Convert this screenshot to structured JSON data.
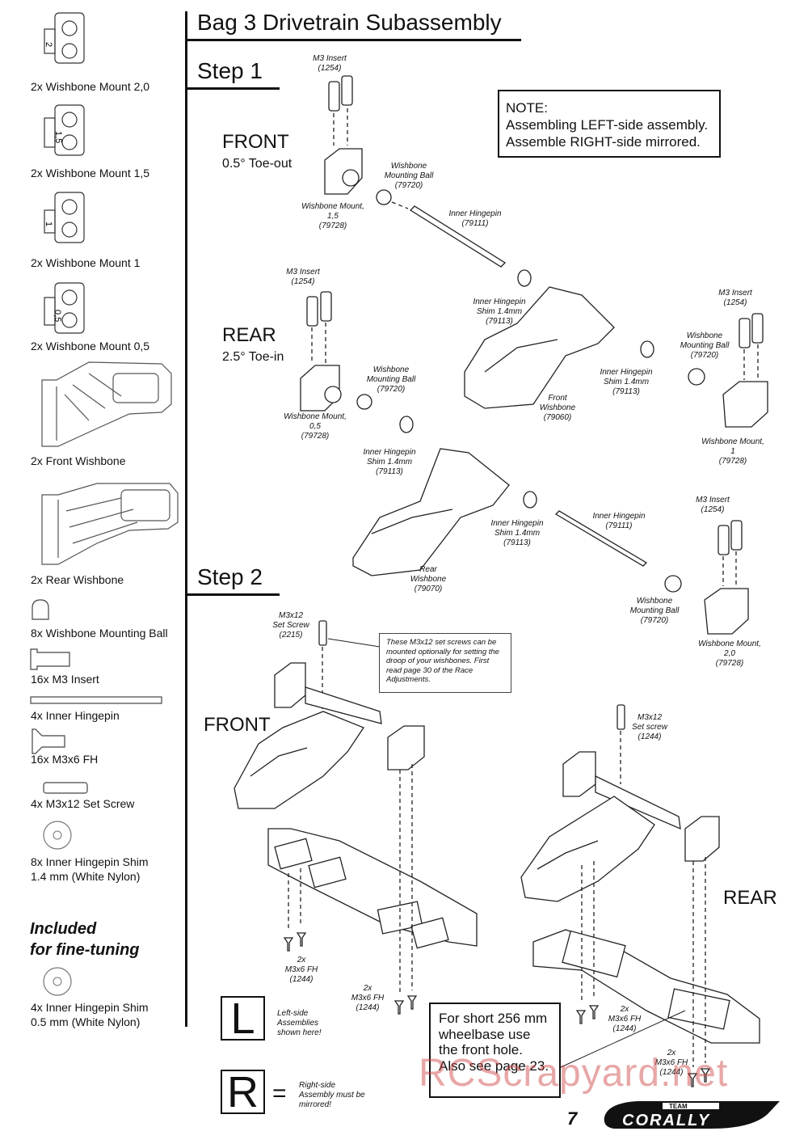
{
  "title": "Bag 3 Drivetrain Subassembly",
  "steps": {
    "step1": "Step 1",
    "step2": "Step 2"
  },
  "parts_list": [
    {
      "label": "2x  Wishbone Mount 2,0",
      "icon_text": "2"
    },
    {
      "label": "2x  Wishbone Mount 1,5",
      "icon_text": "1,5"
    },
    {
      "label": "2x  Wishbone Mount 1",
      "icon_text": "1"
    },
    {
      "label": "2x  Wishbone Mount 0,5",
      "icon_text": "0,5"
    },
    {
      "label": "2x  Front Wishbone"
    },
    {
      "label": "2x  Rear Wishbone"
    },
    {
      "label": "8x  Wishbone Mounting Ball"
    },
    {
      "label": "16x  M3 Insert"
    },
    {
      "label": "4x  Inner Hingepin"
    },
    {
      "label": "16x  M3x6 FH"
    },
    {
      "label": "4x  M3x12 Set Screw"
    },
    {
      "label": "8x  Inner Hingepin Shim\n      1.4 mm (White Nylon)"
    }
  ],
  "included": {
    "heading": "Included\nfor fine-tuning",
    "item": "4x  Inner Hingepin Shim\n      0.5 mm (White Nylon)"
  },
  "note": {
    "line1": "NOTE:",
    "line2": "Assembling LEFT-side assembly.",
    "line3": "Assemble RIGHT-side mirrored."
  },
  "step1": {
    "front": "FRONT",
    "front_toe": "0.5° Toe-out",
    "rear": "REAR",
    "rear_toe": "2.5° Toe-in",
    "callouts": {
      "m3_insert_1": "M3 Insert\n(1254)",
      "ball_1": "Wishbone\nMounting Ball\n(79720)",
      "mount_15": "Wishbone Mount,\n1,5\n(79728)",
      "hingepin_1": "Inner Hingepin\n(79111)",
      "m3_insert_2": "M3 Insert\n(1254)",
      "shim_1": "Inner Hingepin\nShim 1.4mm\n(79113)",
      "m3_insert_3": "M3 Insert\n(1254)",
      "ball_2": "Wishbone\nMounting Ball\n(79720)",
      "ball_3": "Wishbone\nMounting Ball\n(79720)",
      "shim_2": "Inner Hingepin\nShim 1.4mm\n(79113)",
      "front_wishbone": "Front\nWishbone\n(79060)",
      "mount_05": "Wishbone Mount,\n0,5\n(79728)",
      "mount_1": "Wishbone Mount,\n1\n(79728)",
      "shim_3": "Inner Hingepin\nShim 1.4mm\n(79113)",
      "m3_insert_4": "M3 Insert\n(1254)",
      "hingepin_2": "Inner Hingepin\n(79111)",
      "shim_4": "Inner Hingepin\nShim 1.4mm\n(79113)",
      "rear_wishbone": "Rear\nWishbone\n(79070)",
      "ball_4": "Wishbone\nMounting Ball\n(79720)",
      "mount_20": "Wishbone Mount,\n2,0\n(79728)"
    }
  },
  "step2": {
    "front": "FRONT",
    "rear": "REAR",
    "set_screw_1": "M3x12\nSet Screw\n(2215)",
    "set_screw_2": "M3x12\nSet screw\n(1244)",
    "set_screw_note": "These M3x12 set screws can be mounted optionally for setting the droop of your wishbones. First read page 30 of the Race Adjustments.",
    "fh_1": "2x\nM3x6 FH\n(1244)",
    "fh_2": "2x\nM3x6 FH\n(1244)",
    "fh_3": "2x\nM3x6 FH\n(1244)",
    "fh_4": "2x\nM3x6 FH\n(1244)",
    "short_wheelbase": "For short 256 mm wheelbase use the front hole. Also see page 23.",
    "left_letter": "L",
    "left_text": "Left-side\nAssemblies\nshown here!",
    "right_letter": "R",
    "right_symbol": "=",
    "right_text": "Right-side\nAssembly must be\nmirrored!"
  },
  "watermark": "RCScrapyard.net",
  "page_number": "7",
  "logo_text": "TEAM CORALLY"
}
